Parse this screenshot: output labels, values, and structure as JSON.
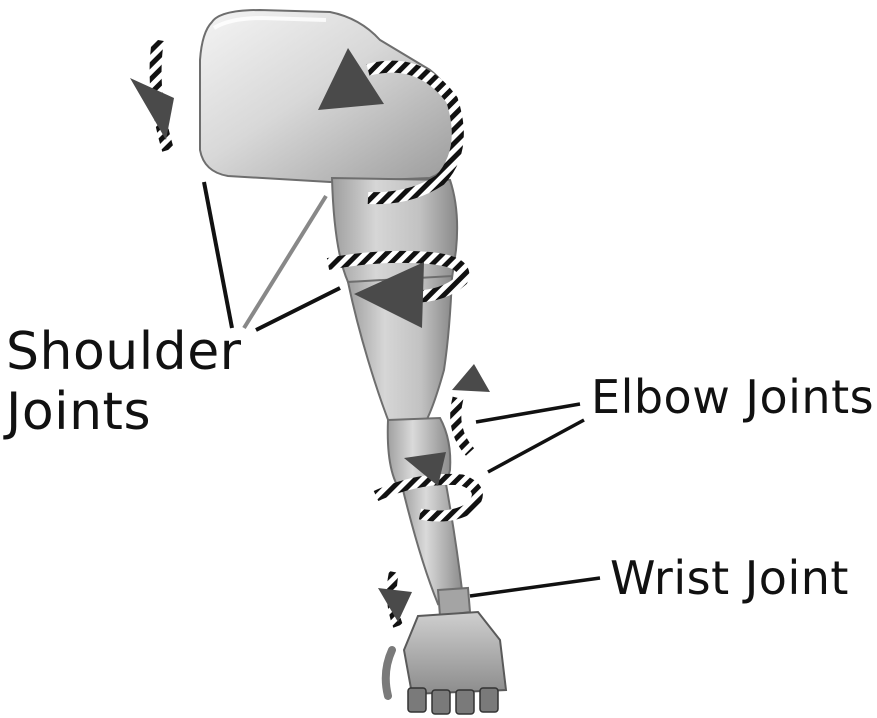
{
  "diagram": {
    "labels": {
      "shoulder_line1": "Shoulder",
      "shoulder_line2": "Joints",
      "elbow": "Elbow Joints",
      "wrist": "Wrist Joint"
    },
    "colors": {
      "background": "#ffffff",
      "text": "#111111",
      "arm_light": "#e8e8e8",
      "arm_mid": "#b8b8b8",
      "arm_dark": "#6e6e6e",
      "arrow": "#4a4a4a",
      "leader_line": "#111111"
    },
    "icons": {
      "shoulder_rotation": "rotation-arrow-icon",
      "elbow_rotation": "rotation-arrow-icon",
      "wrist_rotation": "rotation-arrow-icon"
    }
  }
}
